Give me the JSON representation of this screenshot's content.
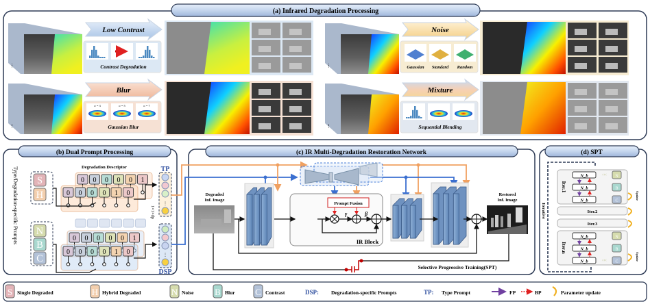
{
  "panel_a": {
    "title": "(a) Infrared Degradation Processing",
    "rows": [
      {
        "arrow_label": "Low Contrast",
        "caption": "Contrast Degradation"
      },
      {
        "arrow_label": "Blur",
        "caption": "Gaussian Blur",
        "kernel_labels": [
          "σ = 3",
          "σ = 5",
          "σ = 7"
        ]
      },
      {
        "arrow_label": "Noise",
        "sub_labels": [
          "Gaussian",
          "Standard",
          "Random"
        ]
      },
      {
        "arrow_label": "Mixture",
        "caption": "Sequential Blending"
      }
    ]
  },
  "panel_b": {
    "title": "(b) Dual Prompt Processing",
    "side_label": "Type/Degradation-specific Prompts",
    "descriptor_label": "Degradation Descriptor",
    "type_keys": [
      "S",
      "H"
    ],
    "degradation_keys": [
      "N",
      "B",
      "C"
    ],
    "type_rows": [
      [
        "0",
        "0",
        "0",
        "0",
        "0",
        "1"
      ],
      [
        "0",
        "0",
        "0",
        "0",
        "1",
        "0"
      ]
    ],
    "dsp_rows": [
      [
        "0",
        "0",
        "0",
        "0",
        "0",
        "1"
      ],
      [
        "0",
        "0",
        "0",
        "0",
        "1",
        "0"
      ]
    ],
    "tp_label": "TP",
    "dsp_label": "DSP",
    "dim_label": "1×1×dp"
  },
  "panel_c": {
    "title": "(c) IR Multi-Degradation Restoration Network",
    "input_label": [
      "Degraded",
      "Inf. Image"
    ],
    "output_label": [
      "Restored",
      "Inf. Image"
    ],
    "prompt_fusion": "Prompt Fusion",
    "gamma": "γ",
    "beta": "β",
    "ir_block": "IR Block",
    "spt_label": "Selective Progressive Training(SPT)"
  },
  "panel_d": {
    "title": "(d) SPT",
    "iterative": "Iterative",
    "iters": [
      "Iter.1",
      "Iter.2",
      "Iter.3",
      "Iter.n"
    ],
    "block": "N_b",
    "keys": [
      "N",
      "B",
      "C"
    ],
    "update": "Update"
  },
  "legend": {
    "items": [
      {
        "key": "S",
        "label": "Single Degraded",
        "color": "#e3b4b8"
      },
      {
        "key": "H",
        "label": "Hybrid Degraded",
        "color": "#f3cfae"
      },
      {
        "key": "N",
        "label": "Noise",
        "color": "#d6dcae"
      },
      {
        "key": "B",
        "label": "Blur",
        "color": "#a9d8cf"
      },
      {
        "key": "C",
        "label": "Contrast",
        "color": "#b3c2d8"
      }
    ],
    "dsp_abbr": "DSP:",
    "dsp_text": "Degradation-specific Prompts",
    "tp_abbr": "TP:",
    "tp_text": "Type Prompt",
    "fp": "FP",
    "bp": "BP",
    "param_update": "Parameter update"
  },
  "colors": {
    "frame": "#2d3a55",
    "pill": "#c5d6ee",
    "orange_line": "#f0a060",
    "blue_line": "#3a6fd0",
    "red": "#c00000",
    "fp_arrow": "#7040a0",
    "update_arrow": "#f0b020"
  }
}
